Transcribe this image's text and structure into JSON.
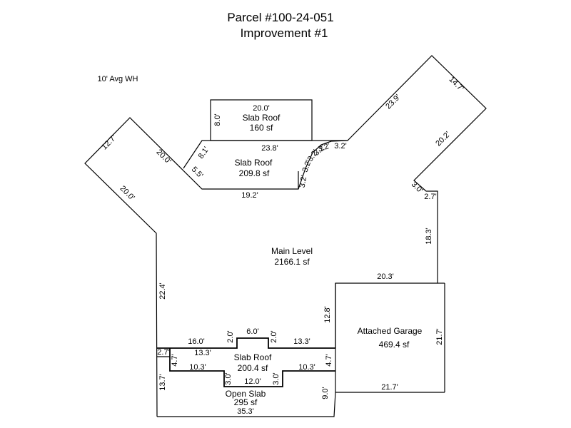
{
  "header": {
    "title": "Parcel #100-24-051",
    "subtitle": "Improvement #1"
  },
  "note": "10' Avg WH",
  "areas": {
    "slab_roof_top": {
      "name": "Slab Roof",
      "size": "160 sf"
    },
    "slab_roof_mid": {
      "name": "Slab Roof",
      "size": "209.8 sf"
    },
    "main_level": {
      "name": "Main Level",
      "size": "2166.1 sf"
    },
    "attached_garage": {
      "name": "Attached Garage",
      "size": "469.4 sf"
    },
    "slab_roof_bottom": {
      "name": "Slab Roof",
      "size": "200.4 sf"
    },
    "open_slab": {
      "name": "Open Slab",
      "size": "295 sf"
    }
  },
  "dims": {
    "top_20": "20.0'",
    "top_8": "8.0'",
    "mid_23_8": "23.8'",
    "mid_8_1": "8.1'",
    "mid_5_5": "5.5'",
    "mid_19_2": "19.2'",
    "arc_a": "3.2'",
    "arc_b": "3.2'",
    "arc_c": "3.2'",
    "arc_d": "3.2'",
    "arc_e": "3.2'",
    "arc_f": "3.2'",
    "right_23_9": "23.9'",
    "right_14_7": "14.7'",
    "right_20_2": "20.2'",
    "right_3_0": "3.0'",
    "right_2_7": "2.7'",
    "right_18_3": "18.3'",
    "left_12_7": "12.7'",
    "left_20_0a": "20.0'",
    "left_20_0b": "20.0'",
    "left_22_4": "22.4'",
    "garage_20_3": "20.3'",
    "garage_12_8": "12.8'",
    "garage_21_7r": "21.7'",
    "garage_21_7b": "21.7'",
    "garage_9_0": "9.0'",
    "garage_4_7": "4.7'",
    "bot_16_0": "16.0'",
    "bot_2_0a": "2.0'",
    "bot_6_0": "6.0'",
    "bot_2_0b": "2.0'",
    "bot_13_3a": "13.3'",
    "bot_2_7": "2.7'",
    "bot_4_7": "4.7'",
    "bot_13_3b": "13.3'",
    "bot_10_3a": "10.3'",
    "bot_3_0a": "3.0'",
    "bot_12_0": "12.0'",
    "bot_3_0b": "3.0'",
    "bot_10_3b": "10.3'",
    "bot_13_7": "13.7'",
    "bot_35_3": "35.3'"
  }
}
